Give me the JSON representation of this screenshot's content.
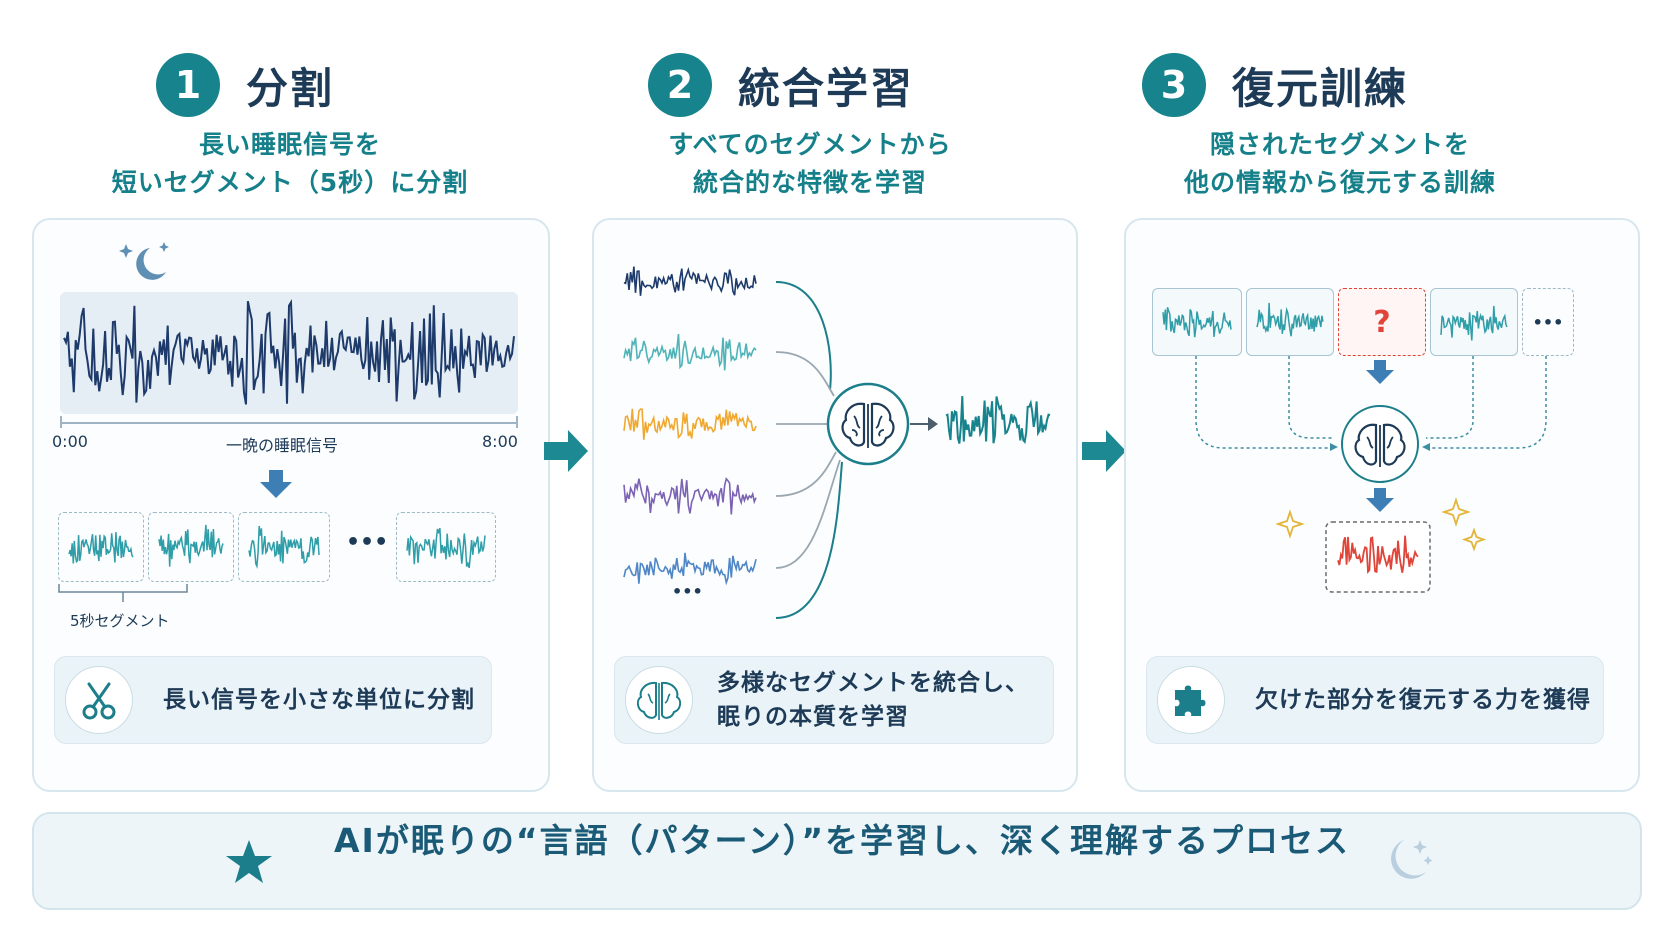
{
  "steps": [
    {
      "number": "1",
      "title": "分割",
      "desc_line1": "長い睡眠信号を",
      "desc_line2": "短いセグメント（5秒）に分割"
    },
    {
      "number": "2",
      "title": "統合学習",
      "desc_line1": "すべてのセグメントから",
      "desc_line2": "統合的な特徴を学習"
    },
    {
      "number": "3",
      "title": "復元訓練",
      "desc_line1": "隠されたセグメントを",
      "desc_line2": "他の情報から復元する訓練"
    }
  ],
  "panel1": {
    "time_start": "0:00",
    "time_end": "8:00",
    "signal_label": "一晩の睡眠信号",
    "ellipsis": "•••",
    "segment_label": "5秒セグメント",
    "caption": "長い信号を小さな単位に分割",
    "icons": {
      "moon": "moon-stars-icon",
      "arrow": "down-arrow-icon",
      "caption": "scissors-icon"
    }
  },
  "panel2": {
    "ellipsis": "•••",
    "caption_line1": "多様なセグメントを統合し、",
    "caption_line2": "眠りの本質を学習",
    "series_colors": [
      "#1d3a6b",
      "#4fb3b7",
      "#f0a830",
      "#7b62b3",
      "#4f86c6"
    ],
    "icons": {
      "center": "brain-icon",
      "caption": "brain-icon"
    }
  },
  "panel3": {
    "mask_symbol": "?",
    "ellipsis": "•••",
    "caption": "欠けた部分を復元する力を獲得",
    "icons": {
      "center": "brain-icon",
      "caption": "puzzle-piece-icon",
      "sparkle": "sparkle-icon"
    }
  },
  "footer": {
    "text": "AIが眠りの“言語（パターン）”を学習し、深く理解するプロセス",
    "icons": {
      "left": "star-icon",
      "right": "moon-stars-icon"
    }
  },
  "colors": {
    "teal": "#17838c",
    "navy": "#1d3a57",
    "red": "#e0453a",
    "accent_arrow": "#1d8a93"
  }
}
